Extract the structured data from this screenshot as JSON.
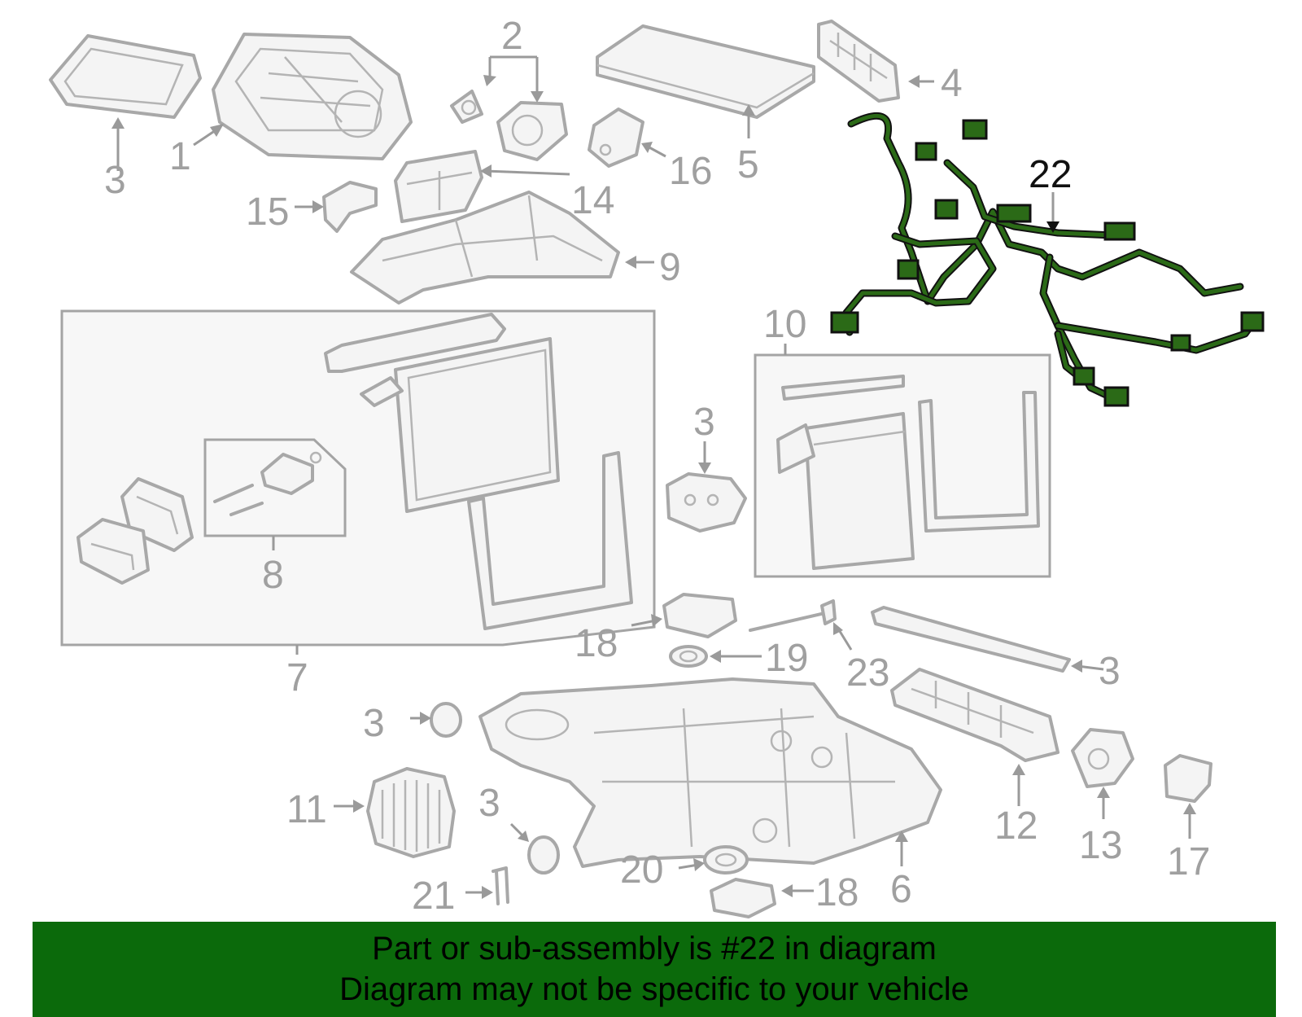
{
  "diagram": {
    "callouts": {
      "c1": "1",
      "c2": "2",
      "c3a": "3",
      "c3b": "3",
      "c3c": "3",
      "c3d": "3",
      "c3e": "3",
      "c4": "4",
      "c5": "5",
      "c6": "6",
      "c7": "7",
      "c8": "8",
      "c9": "9",
      "c10": "10",
      "c11": "11",
      "c12": "12",
      "c13": "13",
      "c14": "14",
      "c15": "15",
      "c16": "16",
      "c17": "17",
      "c18a": "18",
      "c18b": "18",
      "c19": "19",
      "c20": "20",
      "c21": "21",
      "c22": "22",
      "c23": "23"
    },
    "highlighted_part": "22",
    "colors": {
      "part_line": "#a8a8a8",
      "highlight_green": "#2b6a17",
      "banner_green": "#0b6a0b"
    }
  },
  "banner": {
    "line1": "Part or sub-assembly is #22 in diagram",
    "line2": "Diagram may not be specific to your vehicle"
  }
}
